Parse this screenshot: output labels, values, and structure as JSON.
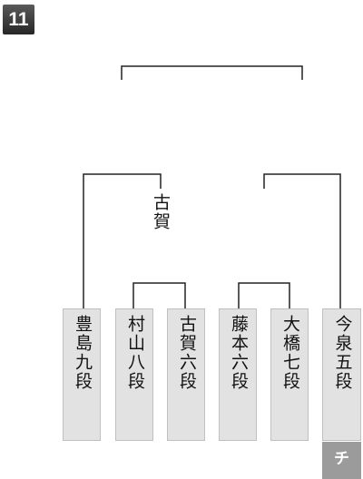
{
  "round_badge": "11",
  "winner_label": "古賀",
  "players": [
    {
      "name": "豊島九段"
    },
    {
      "name": "村山八段"
    },
    {
      "name": "古賀六段"
    },
    {
      "name": "藤本六段"
    },
    {
      "name": "大橋七段"
    },
    {
      "name": "今泉五段"
    }
  ],
  "tab_label": "チ"
}
